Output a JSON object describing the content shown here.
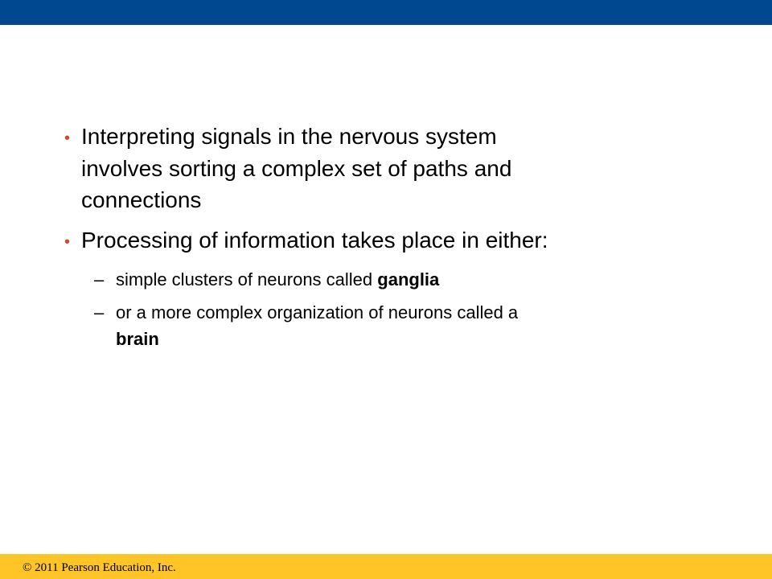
{
  "colors": {
    "top_bar": "#004990",
    "bottom_bar": "#FFC425",
    "bullet": "#D14A28",
    "text": "#000000"
  },
  "slide": {
    "bullets": [
      {
        "lines": [
          "Interpreting signals in the nervous system",
          "involves sorting a complex set of paths and",
          "connections"
        ]
      },
      {
        "lines": [
          "Processing of information takes place in either:"
        ],
        "sub_items": [
          {
            "dash": "–",
            "line1_prefix": "simple clusters of neurons called ",
            "line1_bold": "ganglia"
          },
          {
            "dash": "–",
            "line1": "or a more complex organization of neurons called a",
            "line2_bold": "brain"
          }
        ]
      }
    ],
    "bullet_glyph": "•"
  },
  "footer": {
    "copyright": "© 2011 Pearson Education, Inc."
  }
}
